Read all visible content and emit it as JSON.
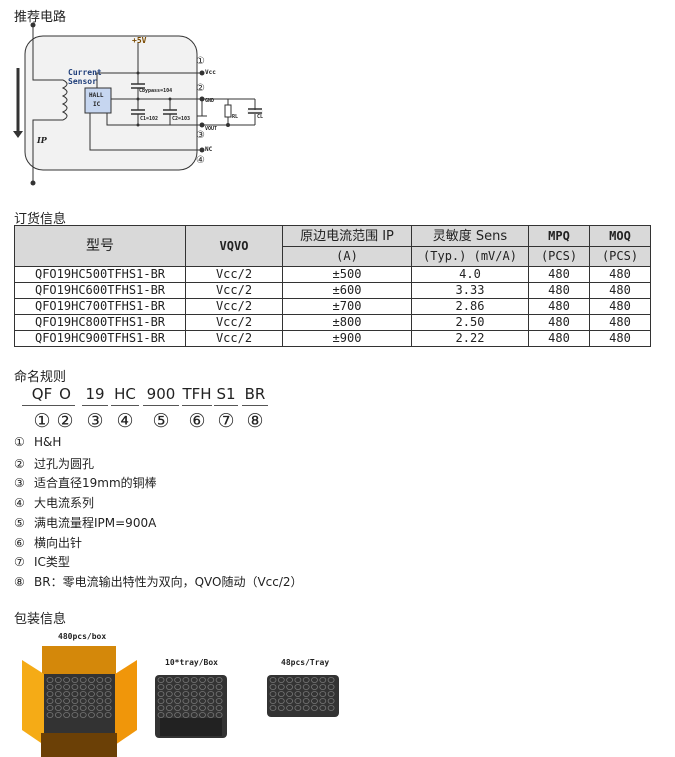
{
  "circuit": {
    "title": "推荐电路",
    "v5": "+5V",
    "sensor": "Current Sensor",
    "hall": [
      "HALL",
      "IC"
    ],
    "cbypass": "Cbypass=104",
    "c1": "C1=102",
    "c2": "C2=103",
    "rl": "RL",
    "cl": "CL",
    "vcc": "Vcc",
    "gnd": "GND",
    "vout": "VOUT",
    "nc": "NC",
    "ip": "IP",
    "pins": [
      "①",
      "②",
      "③",
      "④"
    ]
  },
  "order": {
    "title": "订货信息",
    "headers": {
      "model": "型号",
      "vqvo": "VQVO",
      "range1": "原边电流范围 IP",
      "range2": "(A)",
      "sens1": "灵敏度 Sens",
      "sens2": "(Typ.) (mV/A)",
      "mpq1": "MPQ",
      "mpq2": "(PCS)",
      "moq1": "MOQ",
      "moq2": "(PCS)"
    },
    "rows": [
      [
        "QFO19HC500TFHS1-BR",
        "Vcc/2",
        "±500",
        "4.0",
        "480",
        "480"
      ],
      [
        "QFO19HC600TFHS1-BR",
        "Vcc/2",
        "±600",
        "3.33",
        "480",
        "480"
      ],
      [
        "QFO19HC700TFHS1-BR",
        "Vcc/2",
        "±700",
        "2.86",
        "480",
        "480"
      ],
      [
        "QFO19HC800TFHS1-BR",
        "Vcc/2",
        "±800",
        "2.50",
        "480",
        "480"
      ],
      [
        "QFO19HC900TFHS1-BR",
        "Vcc/2",
        "±900",
        "2.22",
        "480",
        "480"
      ]
    ]
  },
  "naming": {
    "title": "命名规则",
    "codes": [
      "QF",
      "O",
      "19",
      "HC",
      "900",
      "TFH",
      "S1",
      "BR"
    ],
    "nums": [
      "①",
      "②",
      "③",
      "④",
      "⑤",
      "⑥",
      "⑦",
      "⑧"
    ],
    "items": [
      [
        "①",
        "H&H"
      ],
      [
        "②",
        "过孔为圆孔"
      ],
      [
        "③",
        "适合直径19mm的铜棒"
      ],
      [
        "④",
        "大电流系列"
      ],
      [
        "⑤",
        "满电流量程IPM=900A"
      ],
      [
        "⑥",
        "横向出针"
      ],
      [
        "⑦",
        "IC类型"
      ],
      [
        "⑧",
        "BR：零电流输出特性为双向，QVO随动（Vcc/2）"
      ]
    ]
  },
  "packaging": {
    "title": "包装信息",
    "box": "480pcs/box",
    "traybox": "10*tray/Box",
    "tray": "48pcs/Tray"
  }
}
